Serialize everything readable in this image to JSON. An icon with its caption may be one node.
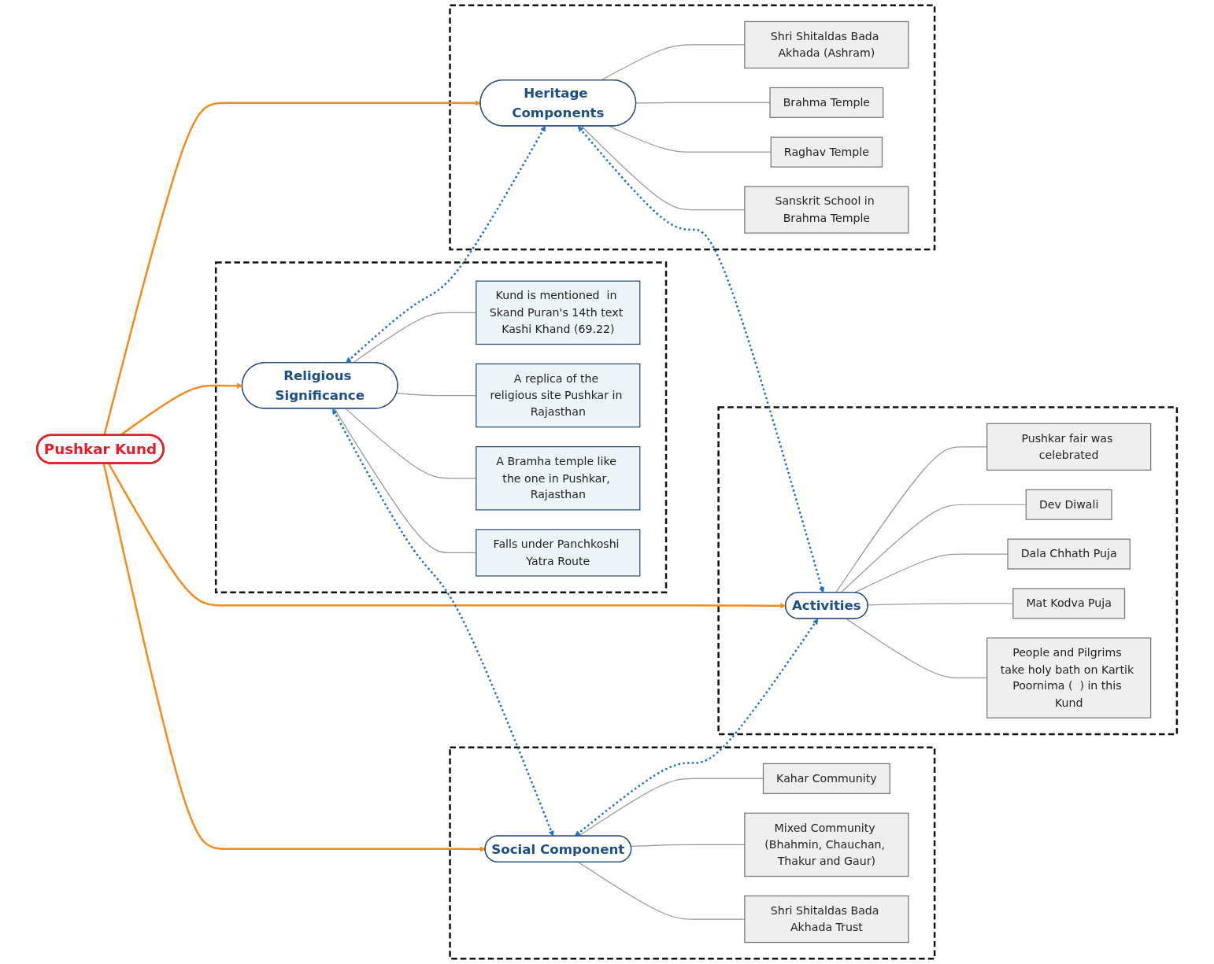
{
  "diagram": {
    "nodes": [
      {
        "text": [
          "Pushkar Kund"
        ]
      },
      {
        "text": [],
        "shape": "box"
      },
      {
        "text": [
          "Religious Significance"
        ],
        "in": 1
      },
      {
        "text": [
          "Kund is mentioned  in Skand Puran's 14th text Kashi Khand (69.22)"
        ],
        "in": 1
      },
      {
        "text": [
          "A replica of the religious site Pushkar in Rajasthan"
        ],
        "in": 1
      },
      {
        "text": [
          "A Bramha temple like the one in Pushkar, Rajasthan"
        ],
        "in": 1
      },
      {
        "text": [
          "Falls under Panchkoshi Yatra Route"
        ],
        "in": 1
      },
      {
        "text": [],
        "shape": "box"
      },
      {
        "text": [
          "Social Component"
        ],
        "in": 7
      },
      {
        "text": [
          "Kahar Community"
        ],
        "in": 7
      },
      {
        "text": [
          "Mixed Community (Bhahmin, Chauchan, Thakur and Gaur)"
        ],
        "in": 7
      },
      {
        "text": [
          "Shri Shitaldas Bada Akhada Trust"
        ],
        "in": 7
      },
      {
        "text": [],
        "shape": "box"
      },
      {
        "text": [
          "Heritage Components"
        ],
        "in": 12
      },
      {
        "text": [
          "Shri Shitaldas Bada Akhada (Ashram)"
        ],
        "in": 12
      },
      {
        "text": [
          "Brahma Temple"
        ],
        "in": 12
      },
      {
        "text": [
          "Raghav Temple"
        ],
        "in": 12
      },
      {
        "text": [
          "Sanskrit School in Brahma Temple"
        ],
        "in": 12
      },
      {
        "text": [],
        "shape": "box"
      },
      {
        "text": [
          "Activities"
        ],
        "in": 18
      },
      {
        "text": [
          "Pushkar fair was celebrated"
        ],
        "in": 18
      },
      {
        "text": [
          "Dev Diwali"
        ],
        "in": 18
      },
      {
        "text": [
          "Dala Chhath Puja"
        ],
        "in": 18
      },
      {
        "text": [
          "Mat Kodva Puja"
        ],
        "in": 18
      },
      {
        "text": [
          "People and Pilgrims take holy bath on Kartik Poornima (  ) in this Kund"
        ],
        "in": 18
      }
    ],
    "edges": [
      {
        "from": 0,
        "to": 2,
        "arrow": "to",
        "color": "#f28c1e"
      },
      {
        "from": 0,
        "to": 8,
        "arrow": "to",
        "color": "#f28c1e"
      },
      {
        "from": 0,
        "to": 13,
        "arrow": "to",
        "color": "#f28c1e"
      },
      {
        "from": 0,
        "to": 19,
        "arrow": "to",
        "color": "#f28c1e"
      },
      {
        "from": 2,
        "to": 8,
        "arrow": "both",
        "style": "dashed",
        "color": "#1f6fc8"
      },
      {
        "from": 2,
        "to": 13,
        "arrow": "both",
        "style": "dashed",
        "color": "#1f6fc8"
      },
      {
        "from": 8,
        "to": 19,
        "arrow": "both",
        "style": "dashed",
        "color": "#1f6fc8"
      },
      {
        "from": 13,
        "to": 19,
        "arrow": "both",
        "style": "dashed",
        "color": "#1f6fc8"
      },
      {
        "from": 2,
        "to": 3,
        "arrow": "none"
      },
      {
        "from": 2,
        "to": 4,
        "arrow": "none"
      },
      {
        "from": 2,
        "to": 5,
        "arrow": "none"
      },
      {
        "from": 2,
        "to": 6,
        "arrow": "none"
      },
      {
        "from": 8,
        "to": 9,
        "arrow": "none"
      },
      {
        "from": 8,
        "to": 10,
        "arrow": "none"
      },
      {
        "from": 8,
        "to": 11,
        "arrow": "none"
      },
      {
        "from": 13,
        "to": 14,
        "arrow": "none"
      },
      {
        "from": 13,
        "to": 15,
        "arrow": "none"
      },
      {
        "from": 13,
        "to": 16,
        "arrow": "none"
      },
      {
        "from": 13,
        "to": 17,
        "arrow": "none"
      },
      {
        "from": 19,
        "to": 20,
        "arrow": "none"
      },
      {
        "from": 19,
        "to": 21,
        "arrow": "none"
      },
      {
        "from": 19,
        "to": 22,
        "arrow": "none"
      },
      {
        "from": 19,
        "to": 23,
        "arrow": "none"
      },
      {
        "from": 19,
        "to": 24,
        "arrow": "none"
      }
    ]
  }
}
